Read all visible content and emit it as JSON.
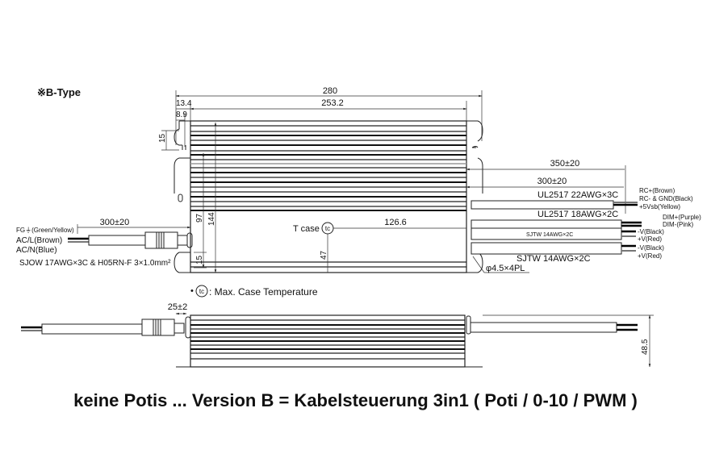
{
  "title": "※B-Type",
  "dimensions": {
    "overall_length": "280",
    "body_length": "253.2",
    "tab_offset": "13.4",
    "hole_offset": "8.9",
    "tab_height": "15",
    "bottom_tab": "15",
    "height_inner": "97",
    "height_outer": "144",
    "tcase_offset_x": "126.6",
    "tcase_offset_y": "47",
    "mount_hole": "φ4.5×4PL",
    "side_height": "48.5",
    "gland_length": "25±2"
  },
  "input_cable": {
    "length": "300±20",
    "wires": [
      "FG⏚(Green/Yellow)",
      "AC/L(Brown)",
      "AC/N(Blue)"
    ],
    "spec": "SJOW 17AWG×3C & H05RN-F 3×1.0mm²"
  },
  "output_cables": [
    {
      "length": "350±20",
      "spec": "UL2517 22AWG×3C",
      "wires": [
        "RC+(Brown)",
        "RC- & GND(Black)",
        "+5Vsb(Yellow)"
      ]
    },
    {
      "length": "300±20",
      "spec": "UL2517 18AWG×2C",
      "wires": [
        "DIM+(Purple)",
        "DIM-(Pink)"
      ]
    },
    {
      "spec": "SJTW 14AWG×2C",
      "wires": [
        "-V(Black)",
        "+V(Red)"
      ]
    },
    {
      "spec": "SJTW 14AWG×2C",
      "wires": [
        "-V(Black)",
        "+V(Red)"
      ]
    }
  ],
  "tcase": {
    "label": "T case",
    "symbol": "tc",
    "legend_bullet": "•",
    "legend_text": ": Max. Case Temperature"
  },
  "caption": "keine Potis ... Version B = Kabelsteuerung 3in1 ( Poti / 0-10 / PWM )"
}
